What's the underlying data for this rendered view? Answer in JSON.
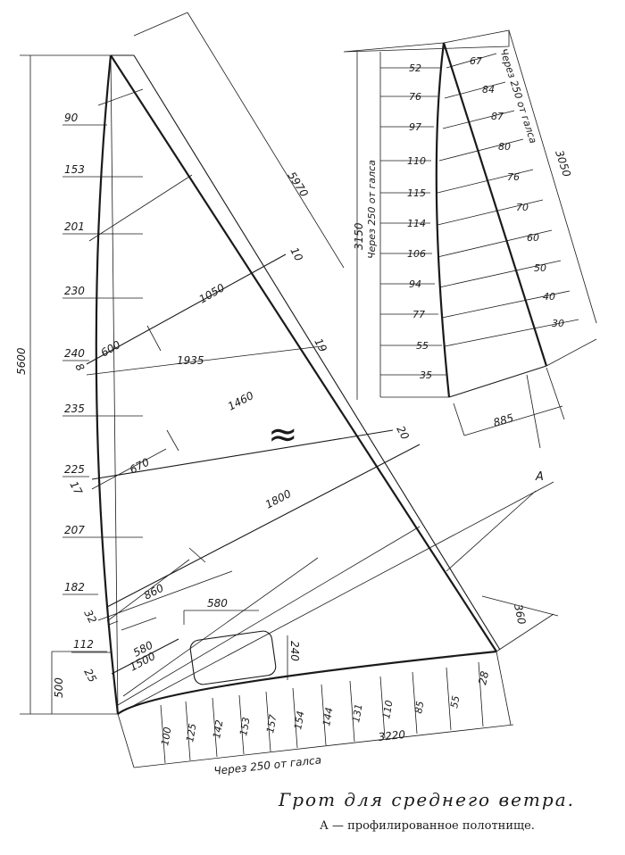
{
  "caption": {
    "title": "Грот для среднего ветра.",
    "note": "А — профилированное полотнище."
  },
  "dimensions": {
    "luff_height": "5600",
    "leech_length": "5970",
    "foot_length": "3220",
    "bottom_offset": "500",
    "clew_offset": "360",
    "clew_small": "28",
    "headboard": {
      "height": "3150",
      "leech": "3050",
      "width": "885"
    },
    "battens": [
      {
        "length": "1050",
        "pocket": "600",
        "gap": "10",
        "side": "8"
      },
      {
        "length": "1460",
        "pocket": "670",
        "gap": "20",
        "side": "17"
      },
      {
        "length": "1800",
        "pocket": "860",
        "gap": "",
        "side": "32"
      },
      {
        "length": "1500",
        "pocket": "580",
        "gap": "",
        "side": "25"
      }
    ],
    "diagonal": "1935",
    "diagonal_gap": "19",
    "window": {
      "width": "580",
      "height": "240"
    }
  },
  "luff_offsets": [
    "90",
    "153",
    "201",
    "230",
    "240",
    "235",
    "225",
    "207",
    "182",
    "112"
  ],
  "foot_offsets": [
    "100",
    "125",
    "142",
    "153",
    "157",
    "154",
    "144",
    "131",
    "110",
    "85",
    "55"
  ],
  "head_left_offsets": [
    "52",
    "76",
    "97",
    "110",
    "115",
    "114",
    "106",
    "94",
    "77",
    "55",
    "35"
  ],
  "head_right_offsets": [
    "67",
    "84",
    "87",
    "80",
    "76",
    "70",
    "60",
    "50",
    "40",
    "30"
  ],
  "labels": {
    "spacing_foot": "Через 250 от галса",
    "spacing_head_left": "Через 250 от галса",
    "spacing_head_right": "Через 250 от галса",
    "panel_marker": "A",
    "wave_mark": "≈"
  }
}
